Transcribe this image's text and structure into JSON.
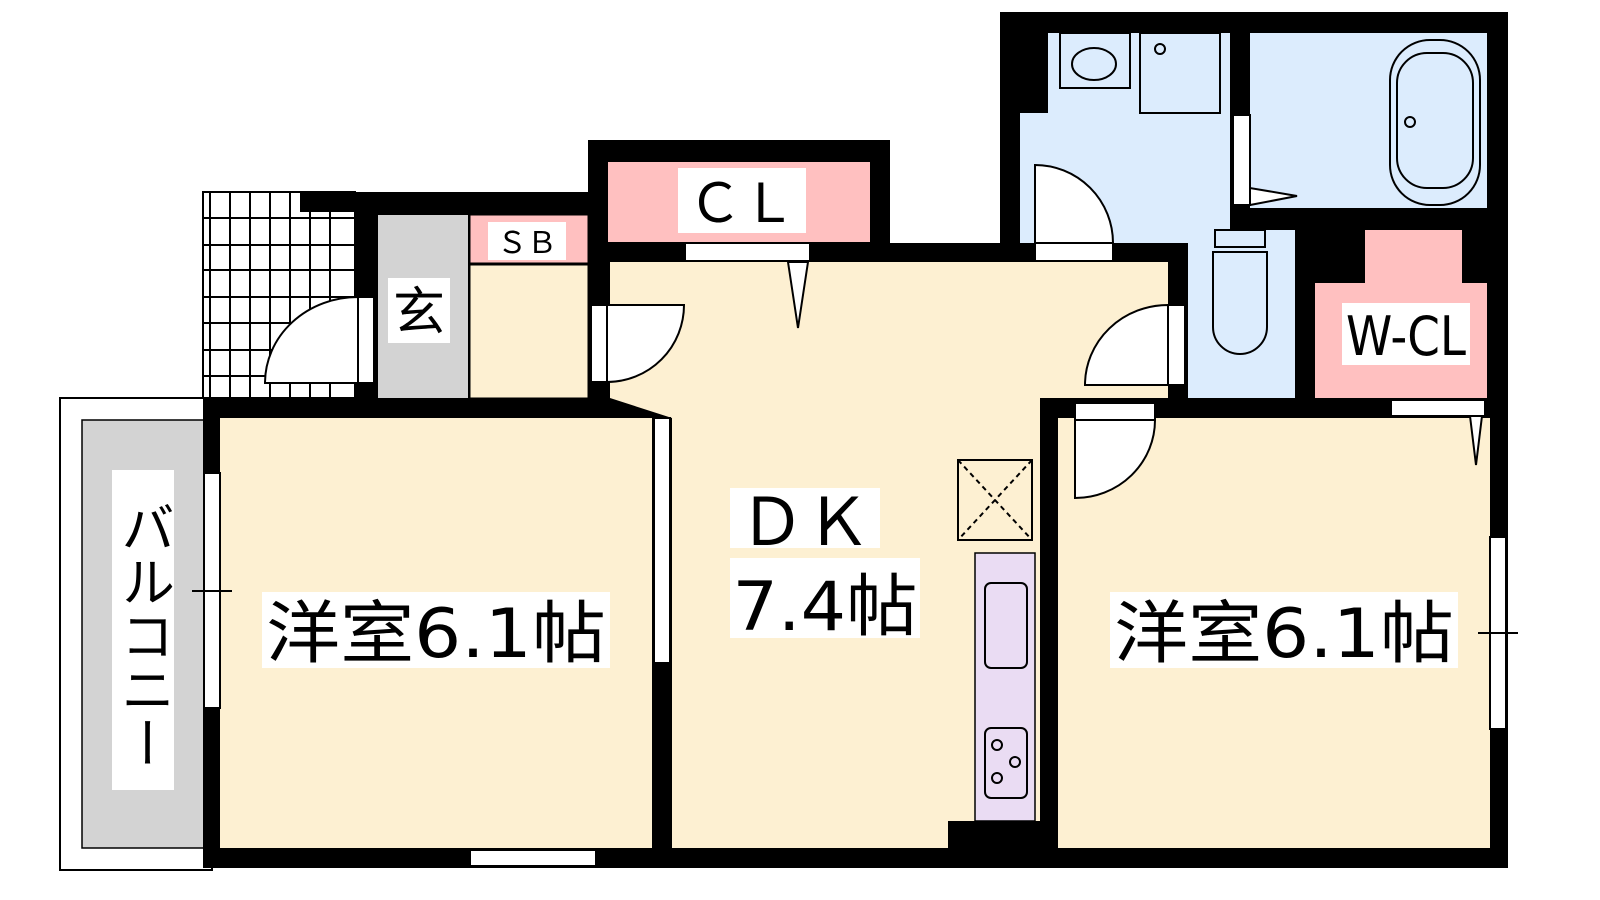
{
  "rooms": {
    "western_room_left": "洋室6.1帖",
    "dk_name": "ＤＫ",
    "dk_size": "7.4帖",
    "western_room_right": "洋室6.1帖",
    "closet": "ＣＬ",
    "shoe_box": "ＳＢ",
    "entrance": "玄",
    "walk_in_closet": "W-CL",
    "balcony": "バルコニー"
  },
  "colors": {
    "floor": "#fdf0d2",
    "storage": "#ffc0c0",
    "wet_area": "#dcecfd",
    "kitchen": "#eadcf3",
    "entrance": "#d3d3d3",
    "wall": "#000000"
  }
}
